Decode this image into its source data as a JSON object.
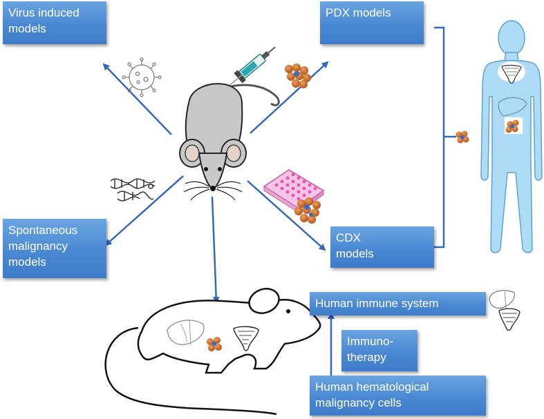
{
  "boxes": {
    "virus": {
      "line1": "Virus induced",
      "line2": "models"
    },
    "pdx": {
      "line1": "PDX models"
    },
    "spontaneous": {
      "line1": "Spontaneous",
      "line2": "malignancy",
      "line3": "models"
    },
    "cdx": {
      "line1": "CDX",
      "line2": "models"
    },
    "immune": {
      "line1": "Human immune system"
    },
    "immunotherapy": {
      "line1": "Immuno-",
      "line2": "therapy"
    },
    "hematological": {
      "line1": "Human hematological",
      "line2": "malignancy cells"
    }
  },
  "colors": {
    "box": "#4a88d3",
    "arrow": "#3566b8",
    "human_fill": "#aedcf7",
    "human_stroke": "#5ba3cf",
    "mouse_fill": "#c8c8c8",
    "tumor": "#d9742c"
  },
  "icons": [
    "virus-icon",
    "syringe-icon",
    "tumor-cluster-icon",
    "dna-icon",
    "cell-culture-plate-icon",
    "liver-icon",
    "thymus-icon",
    "mouse-illustration",
    "human-silhouette",
    "humanized-mouse-illustration"
  ]
}
